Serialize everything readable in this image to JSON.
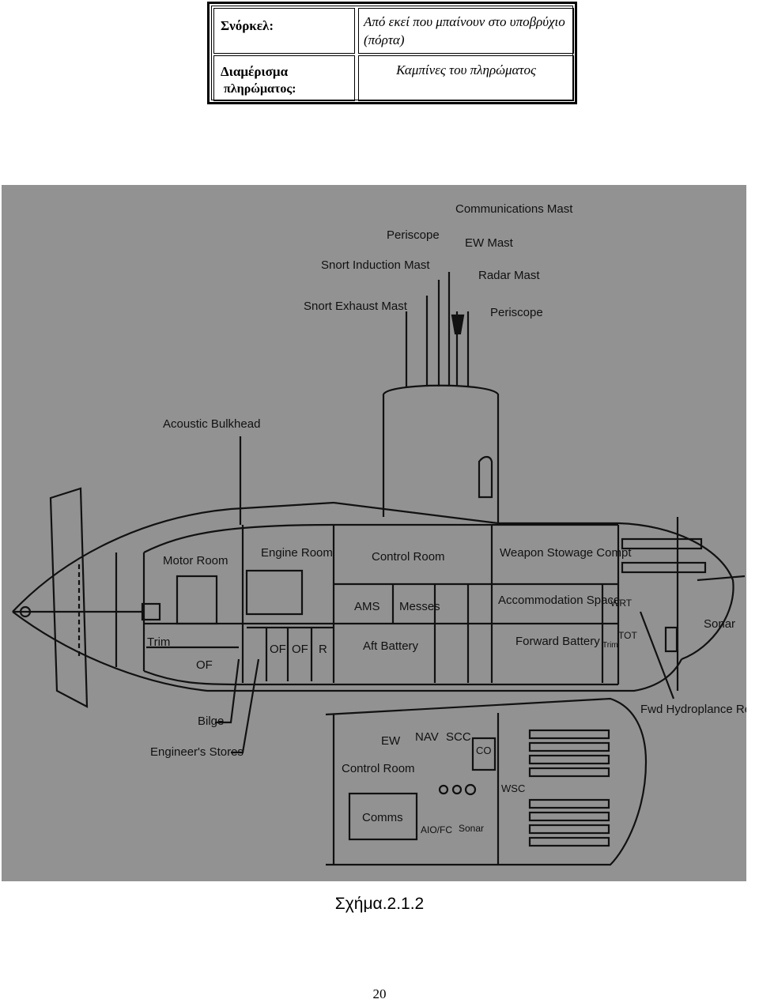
{
  "definitions": [
    {
      "term": "Σνόρκελ:",
      "definition_lines": [
        "Από εκεί που μπαίνουν στο υποβρύχιο",
        "(πόρτα)"
      ]
    },
    {
      "term_lines": [
        "Διαμέρισμα",
        "πληρώματος:"
      ],
      "definition_lines": [
        "Καμπίνες του πληρώματος"
      ]
    }
  ],
  "diagram": {
    "masts": [
      "Communications Mast",
      "Periscope",
      "EW Mast",
      "Snort Induction Mast",
      "Radar Mast",
      "Snort Exhaust Mast",
      "Periscope"
    ],
    "hull_labels": {
      "acoustic_bulkhead": "Acoustic Bulkhead",
      "motor_room": "Motor Room",
      "engine_room": "Engine Room",
      "control_room": "Control Room",
      "weapon_stowage": "Weapon Stowage Compt",
      "ams": "AMS",
      "messes": "Messes",
      "accommodation": "Accommodation Space",
      "wrt": "WRT",
      "sonar": "Sonar",
      "trim_aft": "Trim",
      "of_aft": "OF",
      "of_1": "OF",
      "of_2": "OF",
      "r": "R",
      "aft_battery": "Aft Battery",
      "forward_battery": "Forward Battery",
      "trim_fwd": "Trim",
      "tot": "TOT",
      "bilge": "Bilge",
      "engineers_stores": "Engineer's Stores",
      "fwd_hydroplane": "Fwd Hydroplance Recess"
    },
    "control_room_plan": {
      "ew": "EW",
      "nav": "NAV",
      "scc": "SCC",
      "co": "CO",
      "title": "Control Room",
      "wsc": "WSC",
      "comms": "Comms",
      "aio_fc": "AIO/FC",
      "sonar": "Sonar"
    }
  },
  "caption": "Σχήμα.2.1.2",
  "page_number": "20"
}
